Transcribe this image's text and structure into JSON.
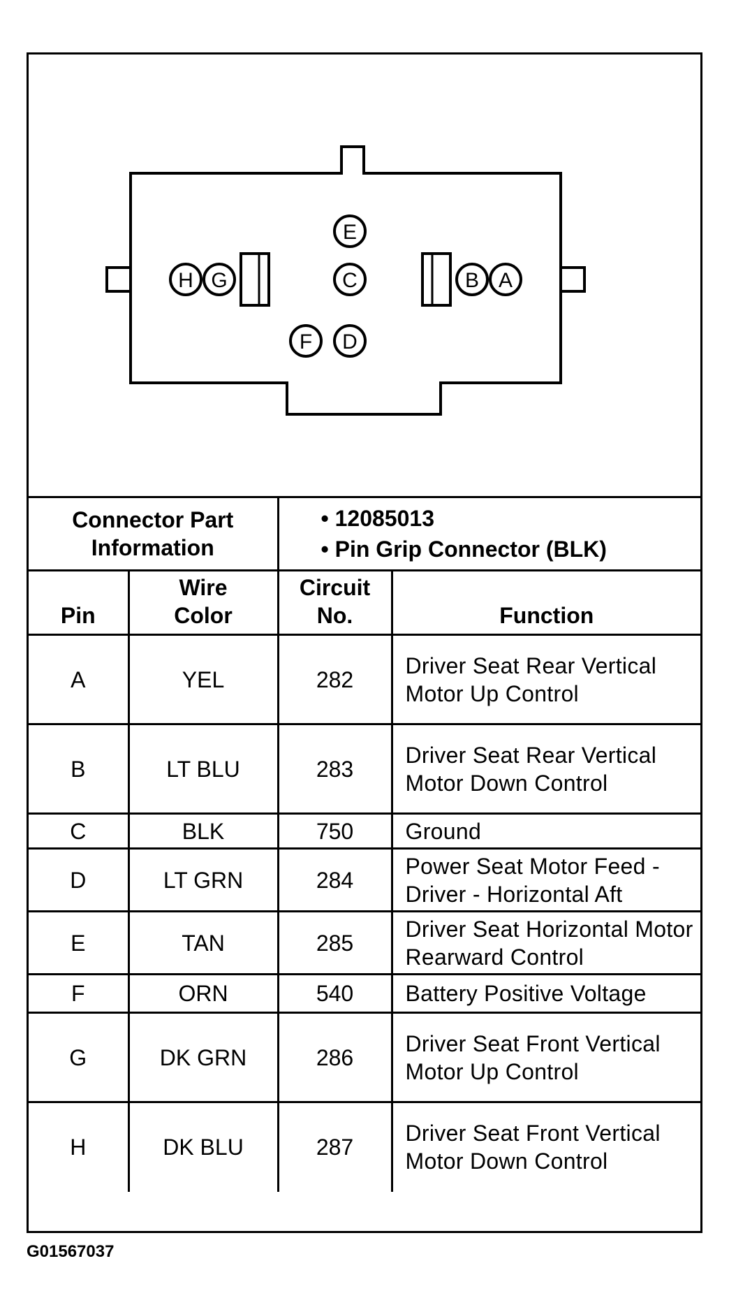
{
  "connector": {
    "pins": [
      {
        "id": "A",
        "label": "A"
      },
      {
        "id": "B",
        "label": "B"
      },
      {
        "id": "C",
        "label": "C"
      },
      {
        "id": "D",
        "label": "D"
      },
      {
        "id": "E",
        "label": "E"
      },
      {
        "id": "F",
        "label": "F"
      },
      {
        "id": "G",
        "label": "G"
      },
      {
        "id": "H",
        "label": "H"
      }
    ]
  },
  "part_info": {
    "label": "Connector Part Information",
    "values": [
      "• 12085013",
      "• Pin Grip Connector (BLK)"
    ]
  },
  "table": {
    "headers": {
      "pin": "Pin",
      "wire_color": "Wire Color",
      "circuit": "Circuit No.",
      "function": "Function"
    },
    "rows": [
      {
        "pin": "A",
        "wire_color": "YEL",
        "circuit": "282",
        "function": "Driver Seat Rear Vertical Motor Up Control"
      },
      {
        "pin": "B",
        "wire_color": "LT BLU",
        "circuit": "283",
        "function": "Driver Seat Rear Vertical Motor Down Control"
      },
      {
        "pin": "C",
        "wire_color": "BLK",
        "circuit": "750",
        "function": "Ground"
      },
      {
        "pin": "D",
        "wire_color": "LT GRN",
        "circuit": "284",
        "function": "Power Seat Motor Feed - Driver - Horizontal Aft"
      },
      {
        "pin": "E",
        "wire_color": "TAN",
        "circuit": "285",
        "function": "Driver Seat Horizontal Motor Rearward Control"
      },
      {
        "pin": "F",
        "wire_color": "ORN",
        "circuit": "540",
        "function": "Battery Positive Voltage"
      },
      {
        "pin": "G",
        "wire_color": "DK GRN",
        "circuit": "286",
        "function": "Driver Seat Front Vertical Motor Up Control"
      },
      {
        "pin": "H",
        "wire_color": "DK BLU",
        "circuit": "287",
        "function": "Driver Seat Front Vertical Motor Down Control"
      }
    ]
  },
  "figure_code": "G01567037"
}
